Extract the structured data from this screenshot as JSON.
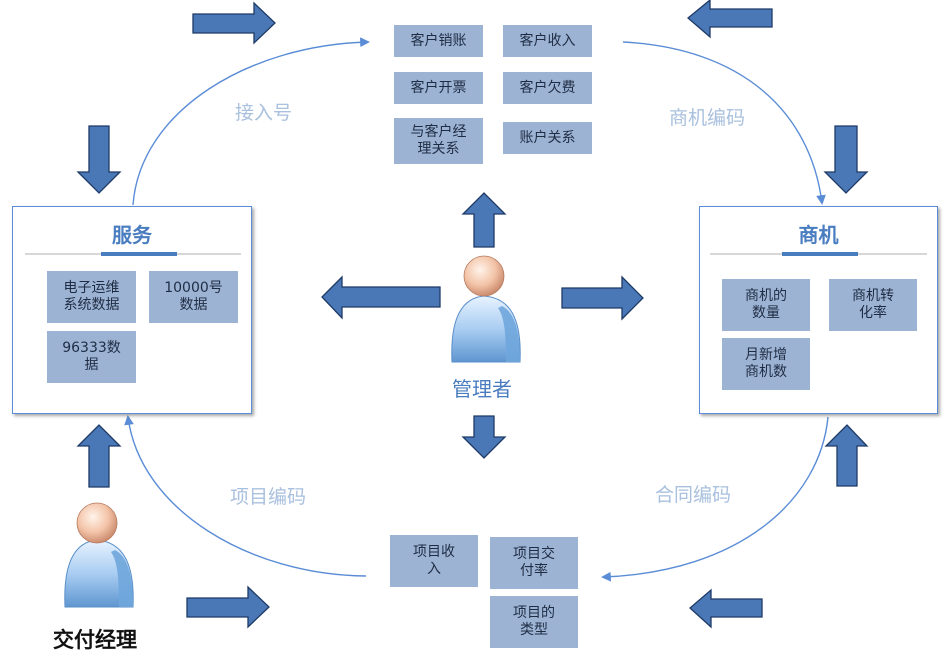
{
  "top_boxes": [
    "客户销账",
    "客户收入",
    "客户开票",
    "客户欠费",
    "与客户经\n理关系",
    "账户关系"
  ],
  "service": {
    "title": "服务",
    "boxes": [
      "电子运维\n系统数据",
      "10000号\n数据",
      "96333数\n据"
    ]
  },
  "opportunity": {
    "title": "商机",
    "boxes": [
      "商机的\n数量",
      "商机转\n化率",
      "月新增\n商机数"
    ]
  },
  "project_boxes": [
    "项目收\n入",
    "项目交\n付率",
    "项目的\n类型"
  ],
  "flow_labels": {
    "access_number": "接入号",
    "opportunity_code": "商机编码",
    "project_code": "项目编码",
    "contract_code": "合同编码"
  },
  "people": {
    "manager": "管理者",
    "delivery_manager": "交付经理"
  },
  "icons": {
    "arrow": "block-arrow-icon",
    "person": "person-icon"
  },
  "colors": {
    "box_fill": "#9db3d4",
    "arrow_fill": "#4a77b6",
    "panel_border": "#5b8dd6",
    "title_blue": "#4a7dc0",
    "label_light": "#a9c0de"
  }
}
